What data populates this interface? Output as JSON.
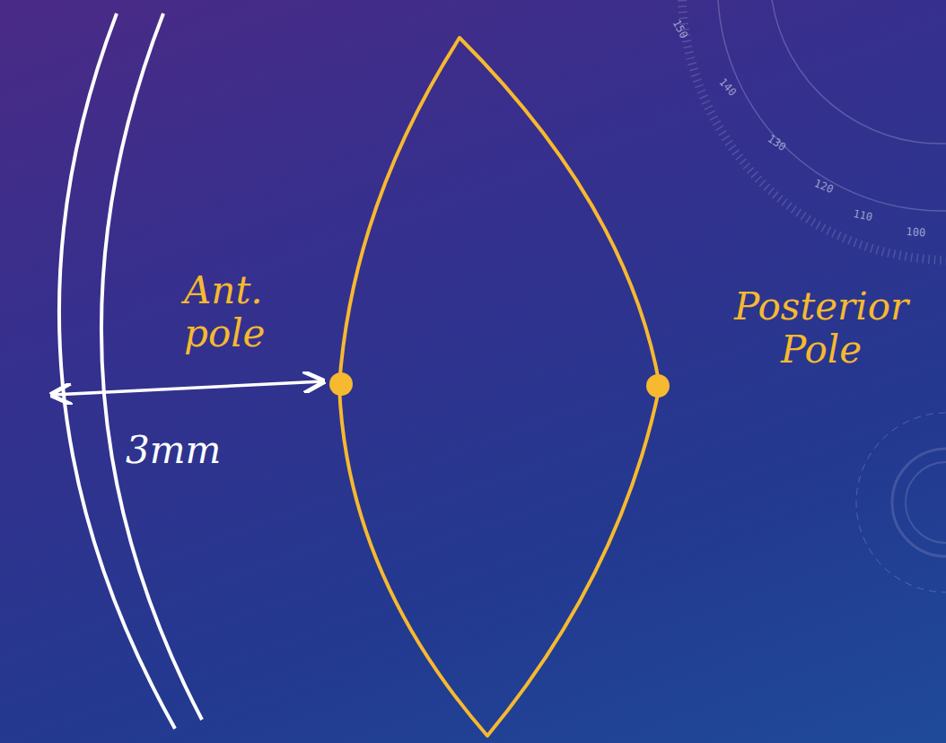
{
  "diagram": {
    "labels": [
      "Ant. pole",
      "3mm",
      "Posterior Pole",
      "150",
      "140",
      "130",
      "120",
      "110",
      "100"
    ]
  }
}
